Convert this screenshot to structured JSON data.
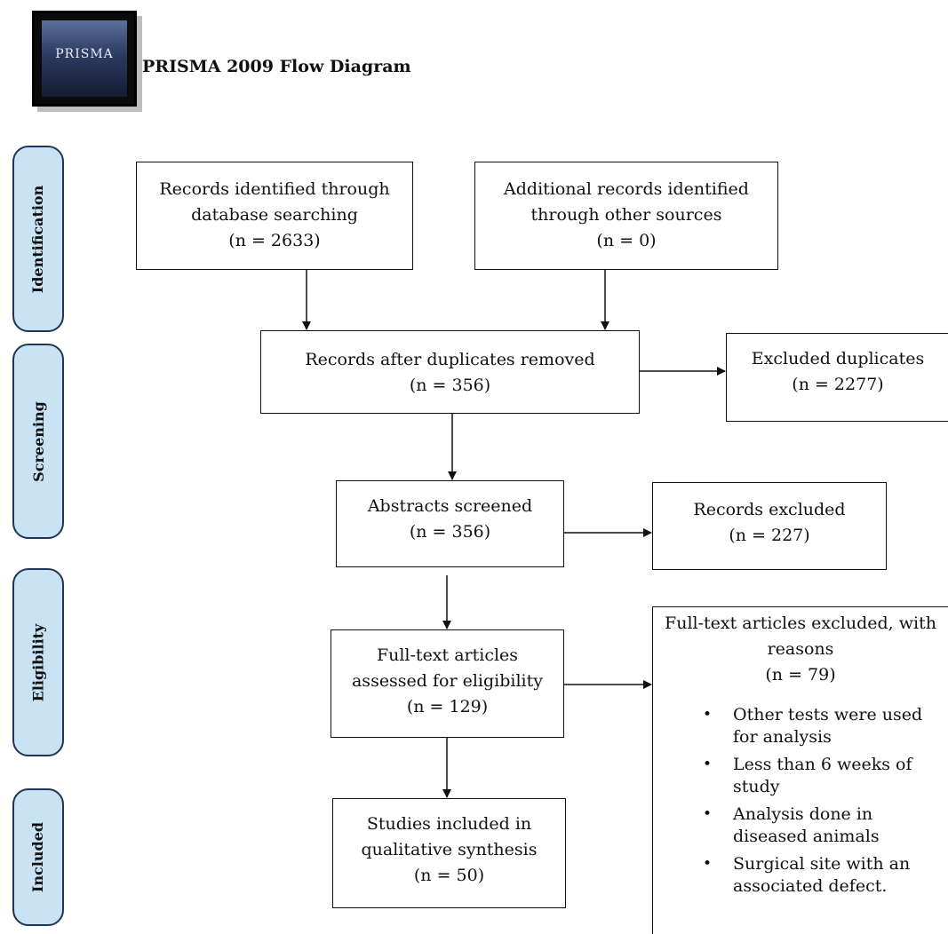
{
  "header": {
    "logo_text": "PRISMA",
    "title": "PRISMA 2009 Flow Diagram"
  },
  "stages": {
    "identification": "Identification",
    "screening": "Screening",
    "eligibility": "Eligibility",
    "included": "Included"
  },
  "boxes": {
    "database_records": {
      "line1": "Records identified through",
      "line2": "database searching",
      "count": "(n = 2633)"
    },
    "other_records": {
      "line1": "Additional records identified",
      "line2": "through other sources",
      "count": "(n = 0)"
    },
    "after_duplicates": {
      "line1": "Records after duplicates removed",
      "count": "(n = 356)"
    },
    "excluded_duplicates": {
      "line1": "Excluded duplicates",
      "count": "(n = 2277)"
    },
    "abstracts_screened": {
      "line1": "Abstracts screened",
      "count": "(n = 356)"
    },
    "records_excluded": {
      "line1": "Records excluded",
      "count": "(n = 227)"
    },
    "full_text_assessed": {
      "line1": "Full-text articles",
      "line2": "assessed for eligibility",
      "count": "(n = 129)"
    },
    "full_text_excluded": {
      "line1": "Full-text articles excluded, with",
      "line2": "reasons",
      "count": "(n = 79)",
      "reasons": [
        {
          "l1": "Other tests were used",
          "l2": "for analysis"
        },
        {
          "l1": "Less than 6 weeks of",
          "l2": "study"
        },
        {
          "l1": "Analysis done in",
          "l2": "diseased animals"
        },
        {
          "l1": "Surgical site with an",
          "l2": "associated defect."
        }
      ]
    },
    "included_studies": {
      "line1": "Studies included in",
      "line2": "qualitative synthesis",
      "count": "(n = 50)"
    }
  }
}
